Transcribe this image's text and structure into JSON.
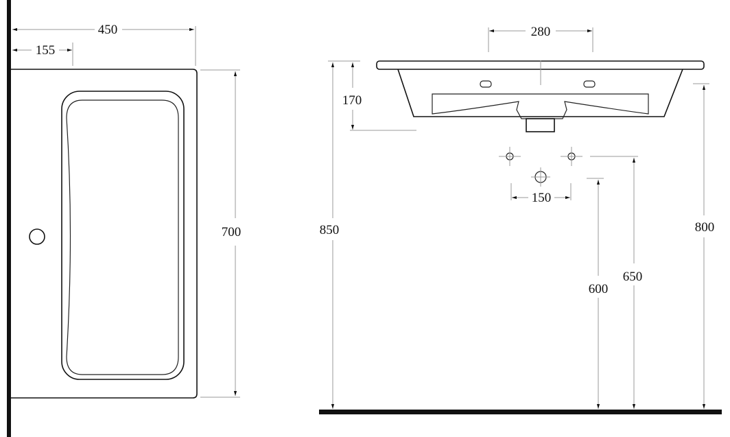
{
  "plan_view": {
    "width_label": "450",
    "offset_label": "155",
    "depth_label": "700"
  },
  "elevation_view": {
    "tap_spacing_label": "280",
    "basin_depth_label": "170",
    "rim_height_label": "850",
    "overflow_height_label": "800",
    "supply_height_label": "650",
    "waste_height_label": "600",
    "supply_spacing_label": "150"
  },
  "colors": {
    "line": "#111111",
    "dimension": "#999999"
  }
}
